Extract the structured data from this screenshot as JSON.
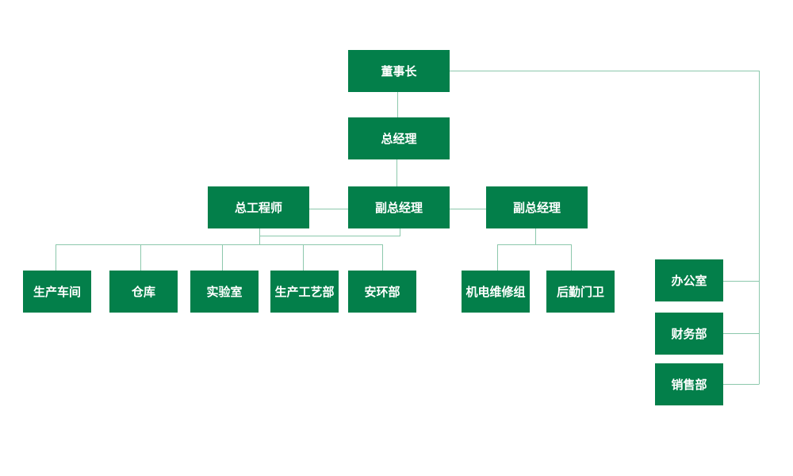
{
  "colors": {
    "box": "#037f4a",
    "line": "#8cc8ac",
    "text": "#ffffff"
  },
  "nodes": {
    "chairman": "董事长",
    "general_manager": "总经理",
    "chief_engineer": "总工程师",
    "deputy_gm_1": "副总经理",
    "deputy_gm_2": "副总经理",
    "workshop": "生产车间",
    "warehouse": "仓库",
    "laboratory": "实验室",
    "process_dept": "生产工艺部",
    "safety_env_dept": "安环部",
    "maintenance_group": "机电维修组",
    "logistics_guard": "后勤门卫",
    "office": "办公室",
    "finance_dept": "财务部",
    "sales_dept": "销售部"
  }
}
